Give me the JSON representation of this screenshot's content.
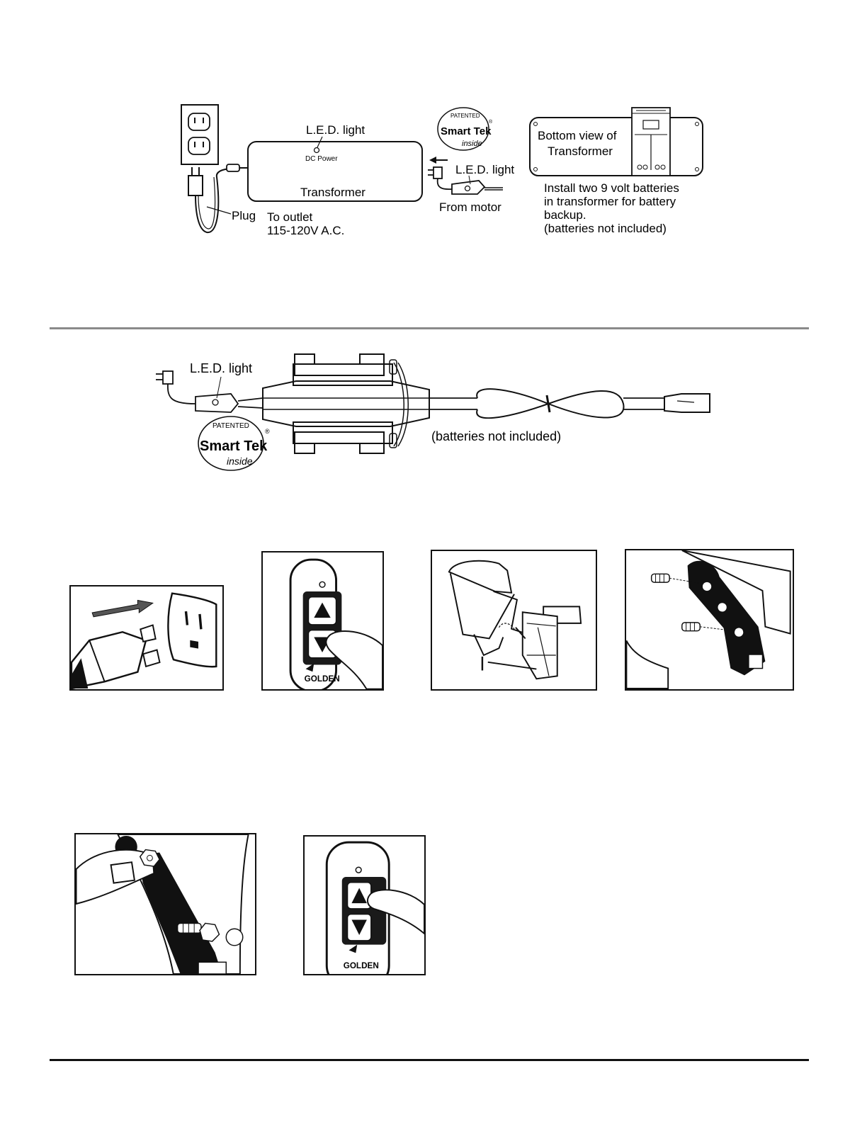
{
  "diagram1": {
    "led_label": "L.E.D. light",
    "dc_power": "DC Power",
    "transformer": "Transformer",
    "plug": "Plug",
    "outlet_line1": "To outlet",
    "outlet_line2": "115-120V A.C.",
    "led_label_2": "L.E.D. light",
    "from_motor": "From motor",
    "bottom_view_line1": "Bottom view of",
    "bottom_view_line2": "Transformer",
    "install_line1": "Install two 9 volt batteries",
    "install_line2": "in transformer for battery",
    "install_line3": "backup.",
    "install_line4": "(batteries not included)"
  },
  "diagram2": {
    "led_label": "L.E.D. light",
    "batteries_note": "(batteries not included)"
  },
  "logo": {
    "patented": "PATENTED",
    "smart_tek": "Smart Tek",
    "inside": "inside",
    "registered": "®"
  },
  "remote": {
    "brand": "GOLDEN"
  }
}
